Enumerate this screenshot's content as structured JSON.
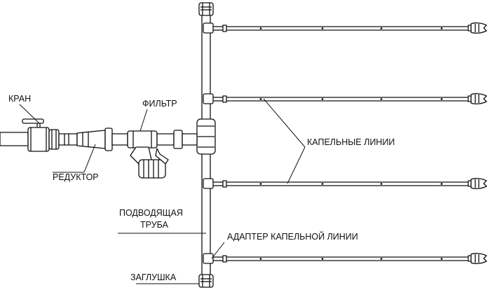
{
  "labels": {
    "valve": "КРАН",
    "filter": "ФИЛЬТР",
    "reducer": "РЕДУКТОР",
    "supply_pipe_line1": "ПОДВОДЯЩАЯ",
    "supply_pipe_line2": "ТРУБА",
    "plug": "ЗАГЛУШКА",
    "drip_lines": "КАПЕЛЬНЫЕ ЛИНИИ",
    "drip_line_adapter": "АДАПТЕР КАПЕЛЬНОЙ ЛИНИИ"
  },
  "colors": {
    "line": "#111111",
    "background": "#ffffff"
  }
}
